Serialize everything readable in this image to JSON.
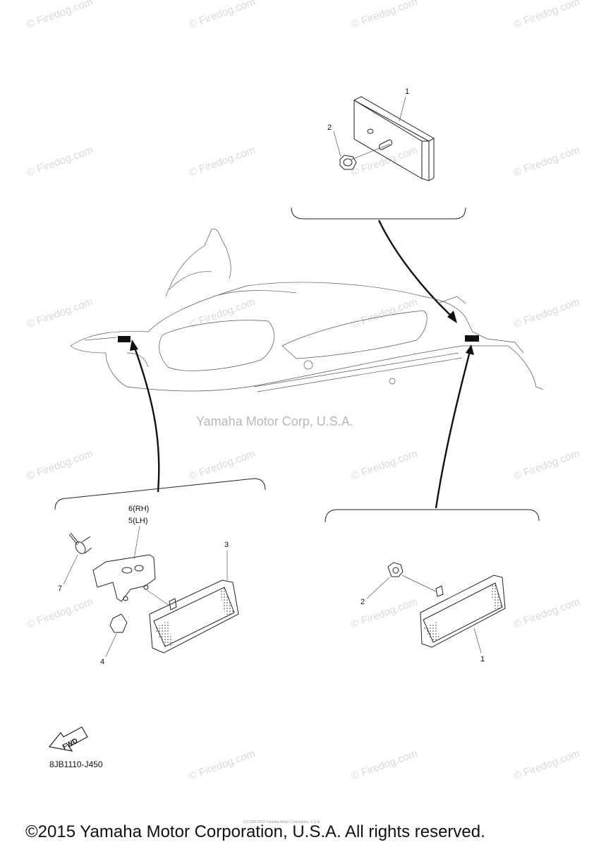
{
  "watermark": "© Firedog.com",
  "center_watermark": "Yamaha Motor Corp, U.S.A.",
  "callouts": {
    "top_1": "1",
    "top_2": "2",
    "left_6": "6(RH)",
    "left_5": "5(LH)",
    "left_3": "3",
    "left_7": "7",
    "left_4": "4",
    "right_2": "2",
    "right_1": "1"
  },
  "fwd_label": "FWD",
  "diagram_code": "8JB1110-J450",
  "copyright": "©2015 Yamaha Motor Corporation, U.S.A. All rights reserved.",
  "fine_print": "(c) 2005-2015 Yamaha Motor Corporation, U.S.A."
}
